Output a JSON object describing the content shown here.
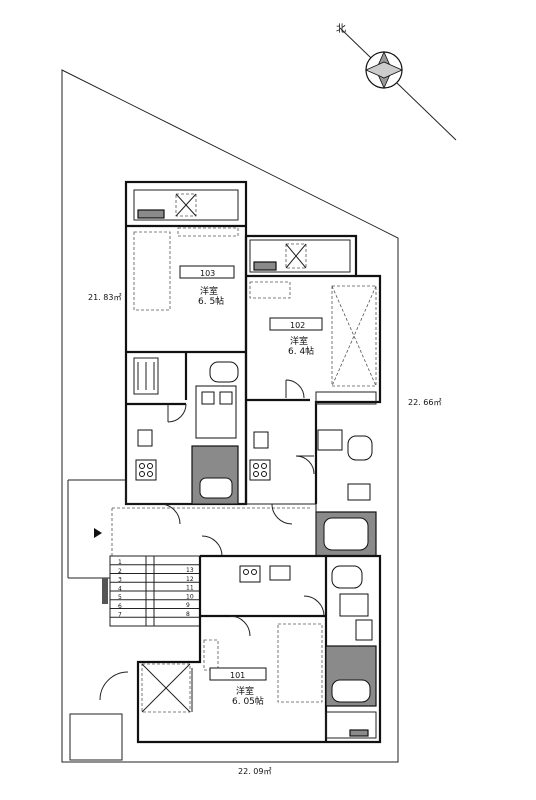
{
  "compass": {
    "label": "北"
  },
  "site": {
    "area_left": "21. 83㎡",
    "area_right": "22. 66㎡",
    "area_bottom": "22. 09㎡"
  },
  "rooms": [
    {
      "number": "103",
      "type": "洋室",
      "size": "6. 5帖"
    },
    {
      "number": "102",
      "type": "洋室",
      "size": "6. 4帖"
    },
    {
      "number": "101",
      "type": "洋室",
      "size": "6. 05帖"
    }
  ],
  "stairs": {
    "steps_up": [
      "1",
      "2",
      "3",
      "4",
      "5",
      "6",
      "7"
    ],
    "steps_down": [
      "13",
      "12",
      "11",
      "10",
      "9",
      "8"
    ]
  }
}
